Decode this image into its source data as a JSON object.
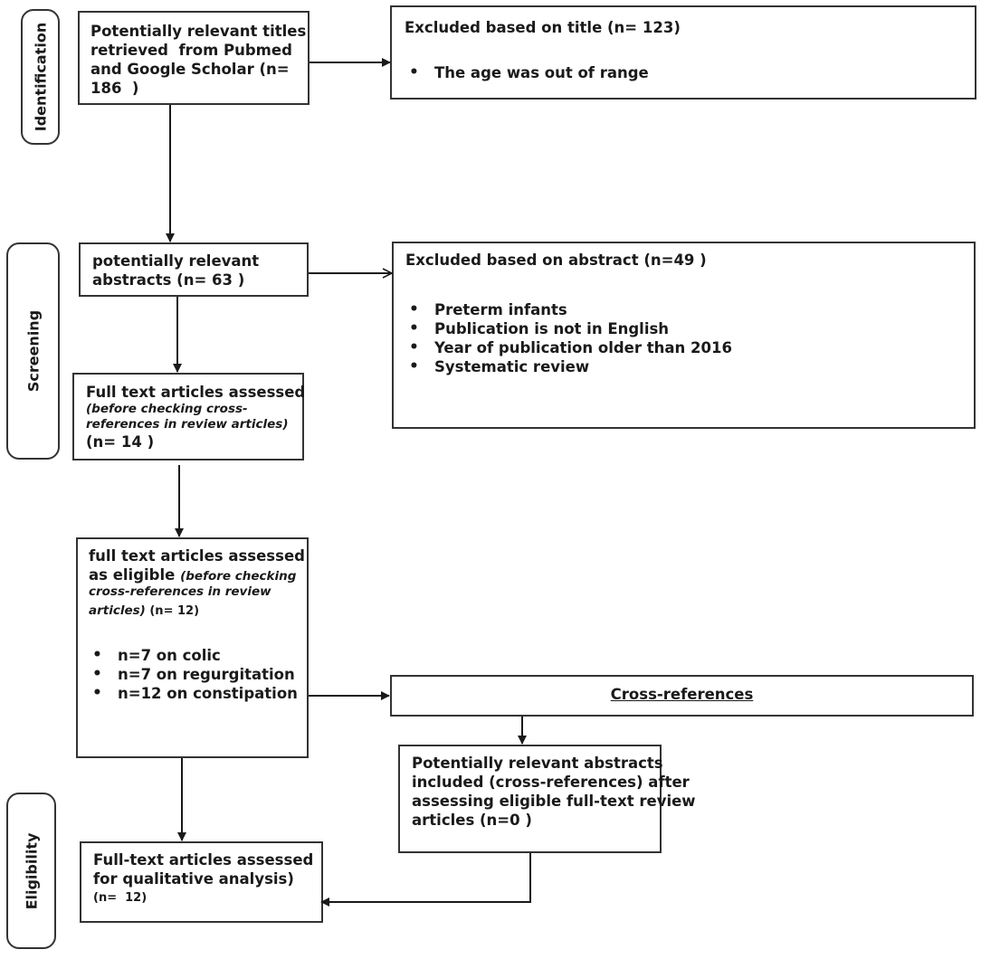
{
  "stages": {
    "identification": "Identification",
    "screening": "Screening",
    "eligibility": "Eligibility"
  },
  "boxes": {
    "titles": {
      "line1": "Potentially relevant titles",
      "line2": "retrieved  from Pubmed",
      "line3": "and Google Scholar (n=",
      "line4": "186  )"
    },
    "excluded_title": {
      "heading": "Excluded based on title (n= 123)",
      "bullets": [
        "The age was out of range"
      ]
    },
    "abstracts": {
      "line1": "potentially relevant",
      "line2": "abstracts (n= 63 )"
    },
    "excluded_abstract": {
      "heading": "Excluded based on abstract (n=49 )",
      "bullets": [
        "Preterm infants",
        "Publication is not in English",
        "Year of publication older than 2016",
        "Systematic review"
      ]
    },
    "fulltext_assessed": {
      "line1": "Full text articles assessed",
      "it1": "(before checking cross-",
      "it2": "references in review articles)",
      "line2": "(n= 14 )"
    },
    "eligible": {
      "line1": "full text articles assessed",
      "line2a": "as eligible ",
      "it1": "(before checking",
      "it2": "cross-references in review",
      "it3": "articles)",
      "line3": " (n= 12)",
      "bullets": [
        "n=7 on colic",
        "n=7 on regurgitation",
        "n=12 on constipation"
      ]
    },
    "cross_references": {
      "label": "Cross-references"
    },
    "cross_abstracts": {
      "line1": "Potentially relevant abstracts",
      "line2": "included (cross-references) after",
      "line3": "assessing eligible full-text review",
      "line4": "articles (n=0 )"
    },
    "qualitative": {
      "line1": "Full-text articles assessed",
      "line2": "for qualitative analysis)",
      "line3": "(n=  12)"
    }
  }
}
